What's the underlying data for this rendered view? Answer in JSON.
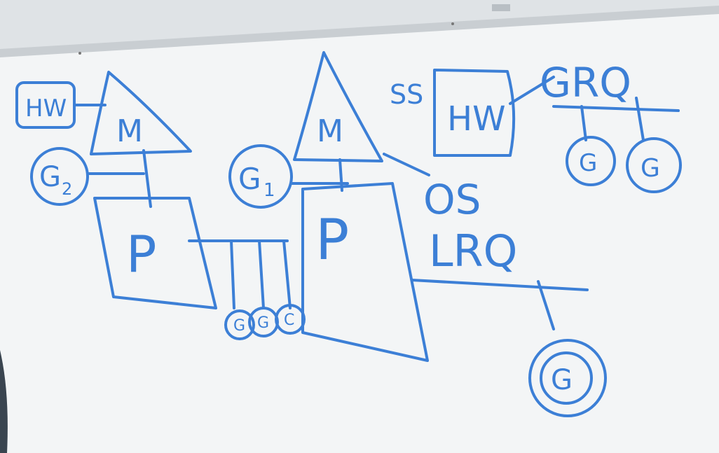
{
  "colors": {
    "marker": "#3c7fd6",
    "board": "#f4f6f7",
    "wall": "#dfe3e6",
    "tray": "#c9ced2"
  },
  "labels": {
    "hw_left": "HW",
    "m_left": "M",
    "g2": "G",
    "g2_sub": "2",
    "p_left": "P",
    "g_small_1": "G",
    "g_small_2": "G",
    "g_small_3": "C",
    "m_mid": "M",
    "g1": "G",
    "g1_sub": "1",
    "p_mid": "P",
    "ss": "SS",
    "hw_right": "HW",
    "grq": "GRQ",
    "grq_g1": "G",
    "grq_g2": "G",
    "os": "OS",
    "lrq": "LRQ",
    "lrq_g": "G"
  }
}
